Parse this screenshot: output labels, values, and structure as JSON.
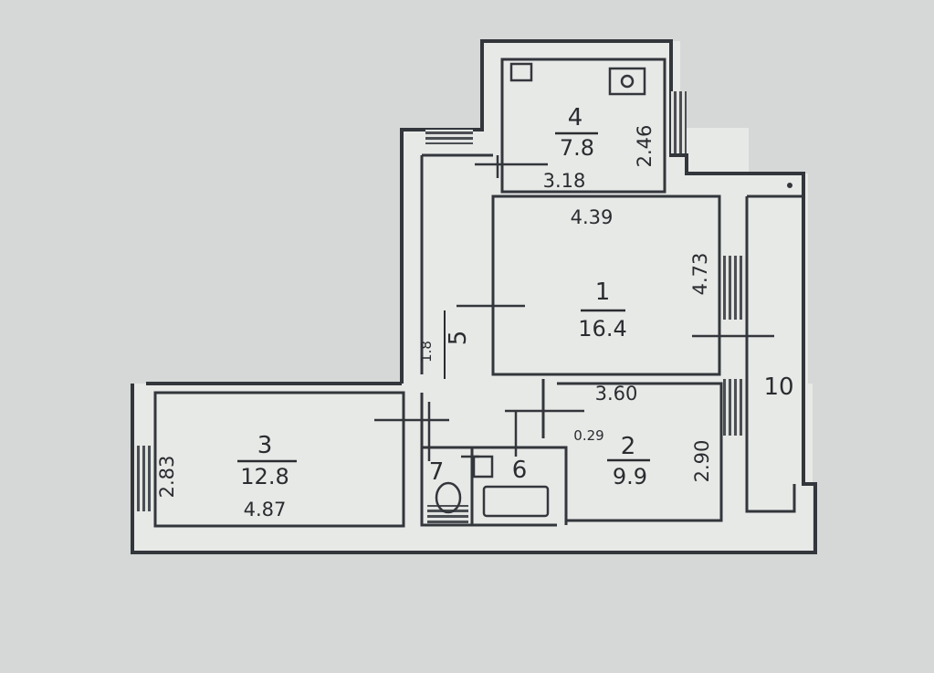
{
  "rooms": [
    {
      "id": "4",
      "number": "4",
      "area": "7.8",
      "dims": [
        "3.18",
        "2.46"
      ]
    },
    {
      "id": "1",
      "number": "1",
      "area": "16.4",
      "dims": [
        "4.39",
        "4.73"
      ]
    },
    {
      "id": "2",
      "number": "2",
      "area": "9.9",
      "dims": [
        "3.60",
        "2.90",
        "0.29"
      ]
    },
    {
      "id": "3",
      "number": "3",
      "area": "12.8",
      "dims": [
        "4.87",
        "2.83"
      ]
    },
    {
      "id": "5",
      "number": "5",
      "area": "",
      "dims": [
        "1.8"
      ]
    },
    {
      "id": "6",
      "number": "6",
      "area": "",
      "dims": []
    },
    {
      "id": "7",
      "number": "7",
      "area": "",
      "dims": []
    },
    {
      "id": "10",
      "number": "10",
      "area": "",
      "dims": []
    }
  ],
  "colors": {
    "paper": "#d5d8d6",
    "wall": "#33363b",
    "floor": "#e6e8e6",
    "window": "#5b5f62"
  }
}
